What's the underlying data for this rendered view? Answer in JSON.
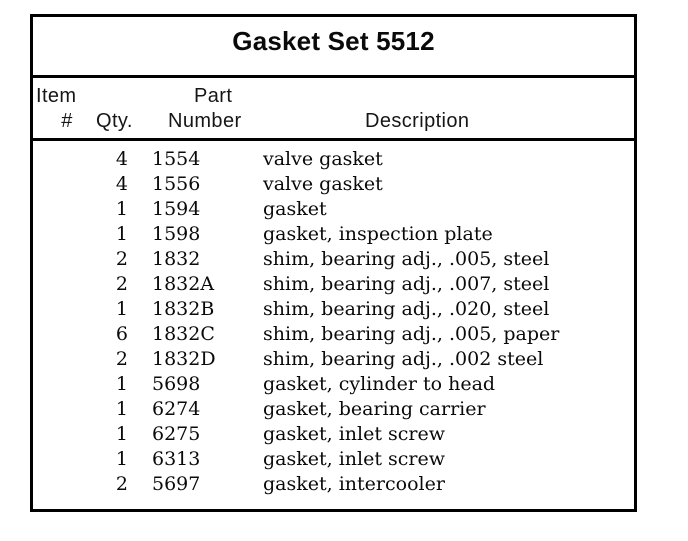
{
  "table": {
    "title": "Gasket Set 5512",
    "header": {
      "item_line1": "Item",
      "item_line2": "#",
      "qty": "Qty.",
      "part_line1": "Part",
      "part_line2": "Number",
      "description": "Description"
    },
    "rows": [
      {
        "item": "",
        "qty": "4",
        "part": "1554",
        "desc": "valve gasket"
      },
      {
        "item": "",
        "qty": "4",
        "part": "1556",
        "desc": "valve gasket"
      },
      {
        "item": "",
        "qty": "1",
        "part": "1594",
        "desc": "gasket"
      },
      {
        "item": "",
        "qty": "1",
        "part": "1598",
        "desc": "gasket, inspection plate"
      },
      {
        "item": "",
        "qty": "2",
        "part": "1832",
        "desc": "shim, bearing adj., .005, steel"
      },
      {
        "item": "",
        "qty": "2",
        "part": "1832A",
        "desc": "shim, bearing adj., .007, steel"
      },
      {
        "item": "",
        "qty": "1",
        "part": "1832B",
        "desc": "shim, bearing adj., .020, steel"
      },
      {
        "item": "",
        "qty": "6",
        "part": "1832C",
        "desc": "shim, bearing adj., .005, paper"
      },
      {
        "item": "",
        "qty": "2",
        "part": "1832D",
        "desc": "shim, bearing adj., .002 steel"
      },
      {
        "item": "",
        "qty": "1",
        "part": "5698",
        "desc": "gasket, cylinder to head"
      },
      {
        "item": "",
        "qty": "1",
        "part": "6274",
        "desc": "gasket, bearing carrier"
      },
      {
        "item": "",
        "qty": "1",
        "part": "6275",
        "desc": "gasket, inlet screw"
      },
      {
        "item": "",
        "qty": "1",
        "part": "6313",
        "desc": "gasket, inlet screw"
      },
      {
        "item": "",
        "qty": "2",
        "part": "5697",
        "desc": "gasket, intercooler"
      }
    ],
    "colors": {
      "border": "#000000",
      "text": "#0a0a0a",
      "background": "#ffffff"
    }
  }
}
